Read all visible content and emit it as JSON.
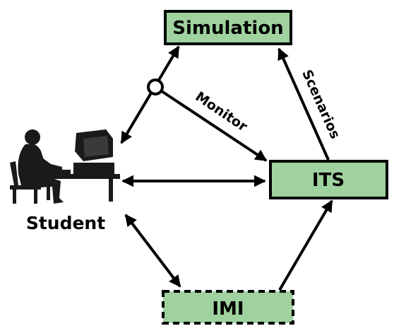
{
  "nodes": {
    "simulation": {
      "label": "Simulation"
    },
    "its": {
      "label": "ITS"
    },
    "imi": {
      "label": "IMI"
    },
    "student": {
      "label": "Student"
    }
  },
  "edges": {
    "monitor": {
      "label": "Monitor"
    },
    "scenarios": {
      "label": "Scenarios"
    }
  },
  "colors": {
    "box_fill": "#9fd29f",
    "stroke": "#000000",
    "background": "#ffffff"
  }
}
